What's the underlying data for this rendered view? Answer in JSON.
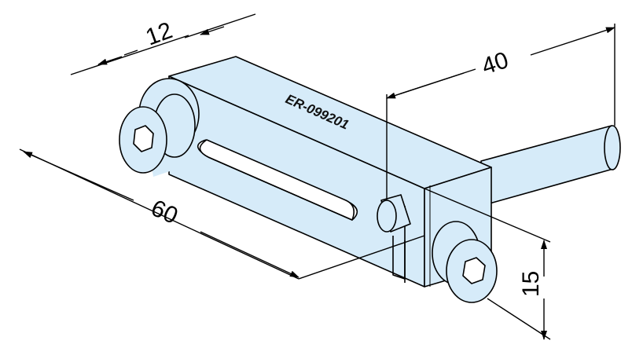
{
  "part_number": "ER-099201",
  "dimensions": {
    "width": "12",
    "offset": "40",
    "length": "60",
    "height": "15"
  },
  "colors": {
    "body_fill": "#d6ebf9",
    "line": "#000000"
  }
}
